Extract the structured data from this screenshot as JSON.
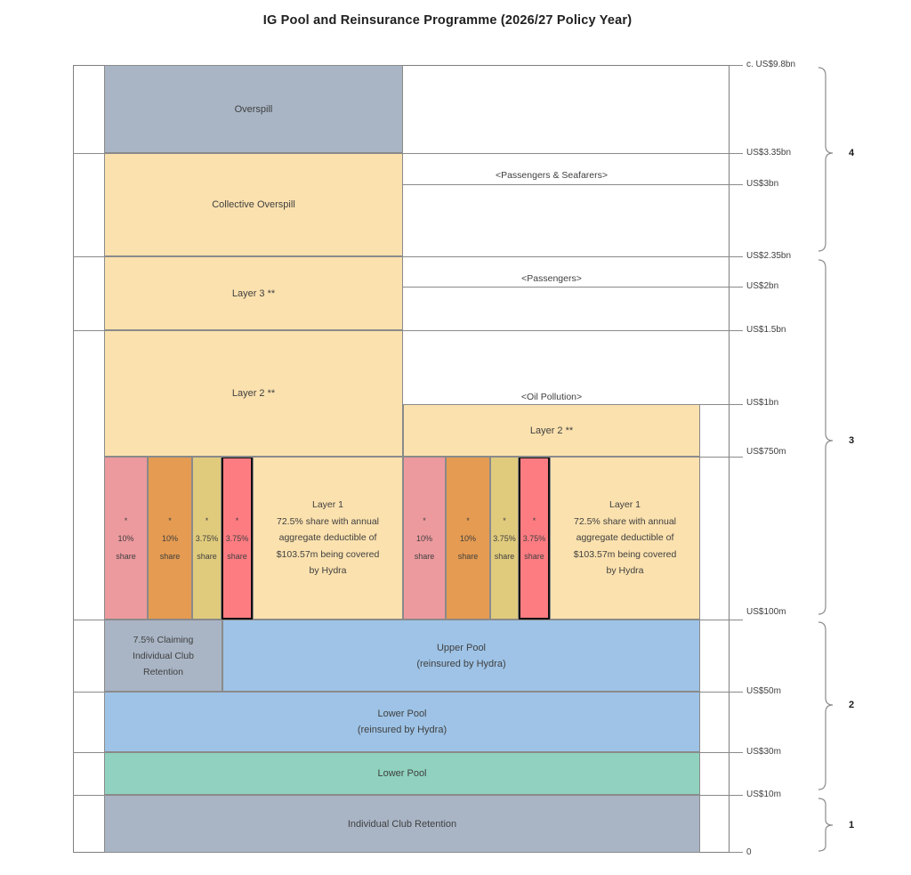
{
  "title": "IG Pool and Reinsurance Programme (2026/27 Policy Year)",
  "colors": {
    "band_gray": "#a9b5c5",
    "band_tan": "#fbe1ae",
    "band_blue": "#9ec3e6",
    "band_teal": "#90d2bf",
    "share_pink": "#ec9a9e",
    "share_orange": "#e59b51",
    "share_khaki": "#e0cb7d",
    "share_red": "#fd7c82",
    "grid_line": "#8a8a8a",
    "text": "#3f3f3f"
  },
  "blocks": {
    "overspill": "Overspill",
    "collective_overspill": "Collective Overspill",
    "layer3": "Layer 3 **",
    "layer2_left": "Layer 2 **",
    "layer2_right": "Layer 2 **",
    "layer1_left": "Layer 1\n72.5% share with annual\naggregate deductible of\n$103.57m being covered\nby Hydra",
    "layer1_right": "Layer 1\n72.5% share with annual\naggregate deductible of\n$103.57m being covered\nby Hydra",
    "claiming_retention": "7.5% Claiming\nIndividual Club\nRetention",
    "upper_pool": "Upper Pool\n(reinsured by Hydra)",
    "lower_pool_hydra": "Lower Pool\n(reinsured by Hydra)",
    "lower_pool": "Lower Pool",
    "individual_club_retention": "Individual Club Retention"
  },
  "cap_labels": {
    "passengers_seafarers": "<Passengers & Seafarers>",
    "passengers": "<Passengers>",
    "oil_pollution": "<Oil Pollution>"
  },
  "shares": {
    "left": [
      {
        "star": "*",
        "pct": "10%",
        "word": "share"
      },
      {
        "star": "*",
        "pct": "10%",
        "word": "share"
      },
      {
        "star": "*",
        "pct": "3.75%",
        "word": "share"
      },
      {
        "star": "*",
        "pct": "3.75%",
        "word": "share"
      }
    ],
    "right": [
      {
        "star": "*",
        "pct": "10%",
        "word": "share"
      },
      {
        "star": "*",
        "pct": "10%",
        "word": "share"
      },
      {
        "star": "*",
        "pct": "3.75%",
        "word": "share"
      },
      {
        "star": "*",
        "pct": "3.75%",
        "word": "share"
      }
    ]
  },
  "ticks": [
    {
      "label": "c. US$9.8bn",
      "value": "9800"
    },
    {
      "label": "US$3.35bn",
      "value": "3350"
    },
    {
      "label": "US$3bn",
      "value": "3000"
    },
    {
      "label": "US$2.35bn",
      "value": "2350"
    },
    {
      "label": "US$2bn",
      "value": "2000"
    },
    {
      "label": "US$1.5bn",
      "value": "1500"
    },
    {
      "label": "US$1bn",
      "value": "1000"
    },
    {
      "label": "US$750m",
      "value": "750"
    },
    {
      "label": "US$100m",
      "value": "100"
    },
    {
      "label": "US$50m",
      "value": "50"
    },
    {
      "label": "US$30m",
      "value": "30"
    },
    {
      "label": "US$10m",
      "value": "10"
    },
    {
      "label": "0",
      "value": "0"
    }
  ],
  "brackets": [
    {
      "label": "4"
    },
    {
      "label": "3"
    },
    {
      "label": "2"
    },
    {
      "label": "1"
    }
  ]
}
